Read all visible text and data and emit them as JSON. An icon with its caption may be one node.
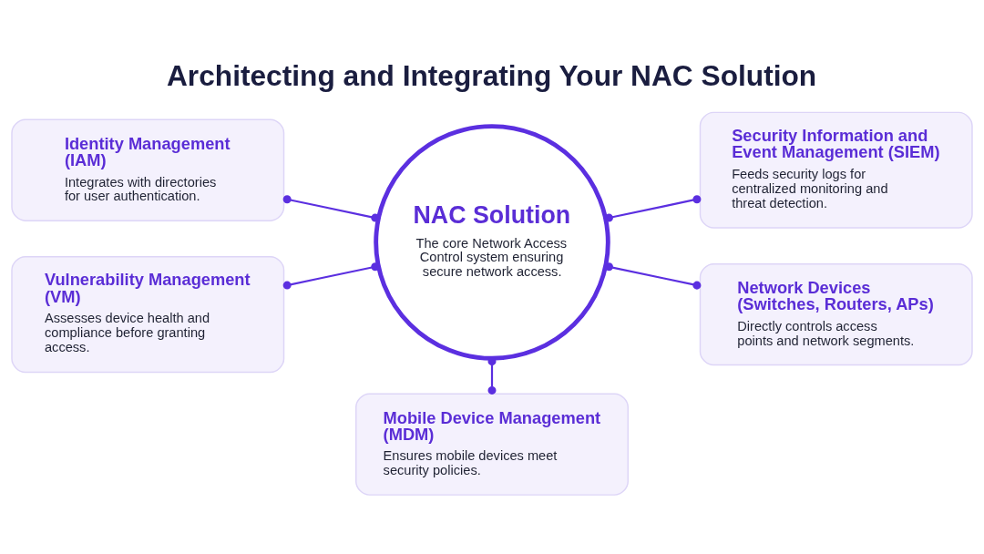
{
  "diagram": {
    "title": "Architecting and Integrating Your NAC Solution",
    "nodes": [
      {
        "text": [
          "Identity Management (IAM)",
          "Integrates with directories for user authentication."
        ]
      },
      {
        "text": [
          "Security Information and Event Management (SIEM)",
          "Feeds security logs for centralized monitoring and threat detection."
        ]
      },
      {
        "text": [
          "NAC Solution",
          "The core Network Access Control system ensuring secure network access."
        ]
      },
      {
        "text": [
          "Vulnerability Management (VM)",
          "Assesses device health and compliance before granting access."
        ]
      },
      {
        "text": [
          "Network Devices (Switches, Routers, APs)",
          "Directly controls access points and network segments."
        ]
      },
      {
        "text": [
          "Mobile Device Management (MDM)",
          "Ensures mobile devices meet security policies."
        ]
      }
    ],
    "edges": [
      {
        "from": 0,
        "to": 2,
        "arrow": "other"
      },
      {
        "from": 2,
        "to": 1,
        "arrow": "other"
      },
      {
        "from": 3,
        "to": 2,
        "arrow": "other"
      },
      {
        "from": 2,
        "to": 4,
        "arrow": "other"
      },
      {
        "from": 2,
        "to": 5,
        "arrow": "other"
      }
    ]
  }
}
